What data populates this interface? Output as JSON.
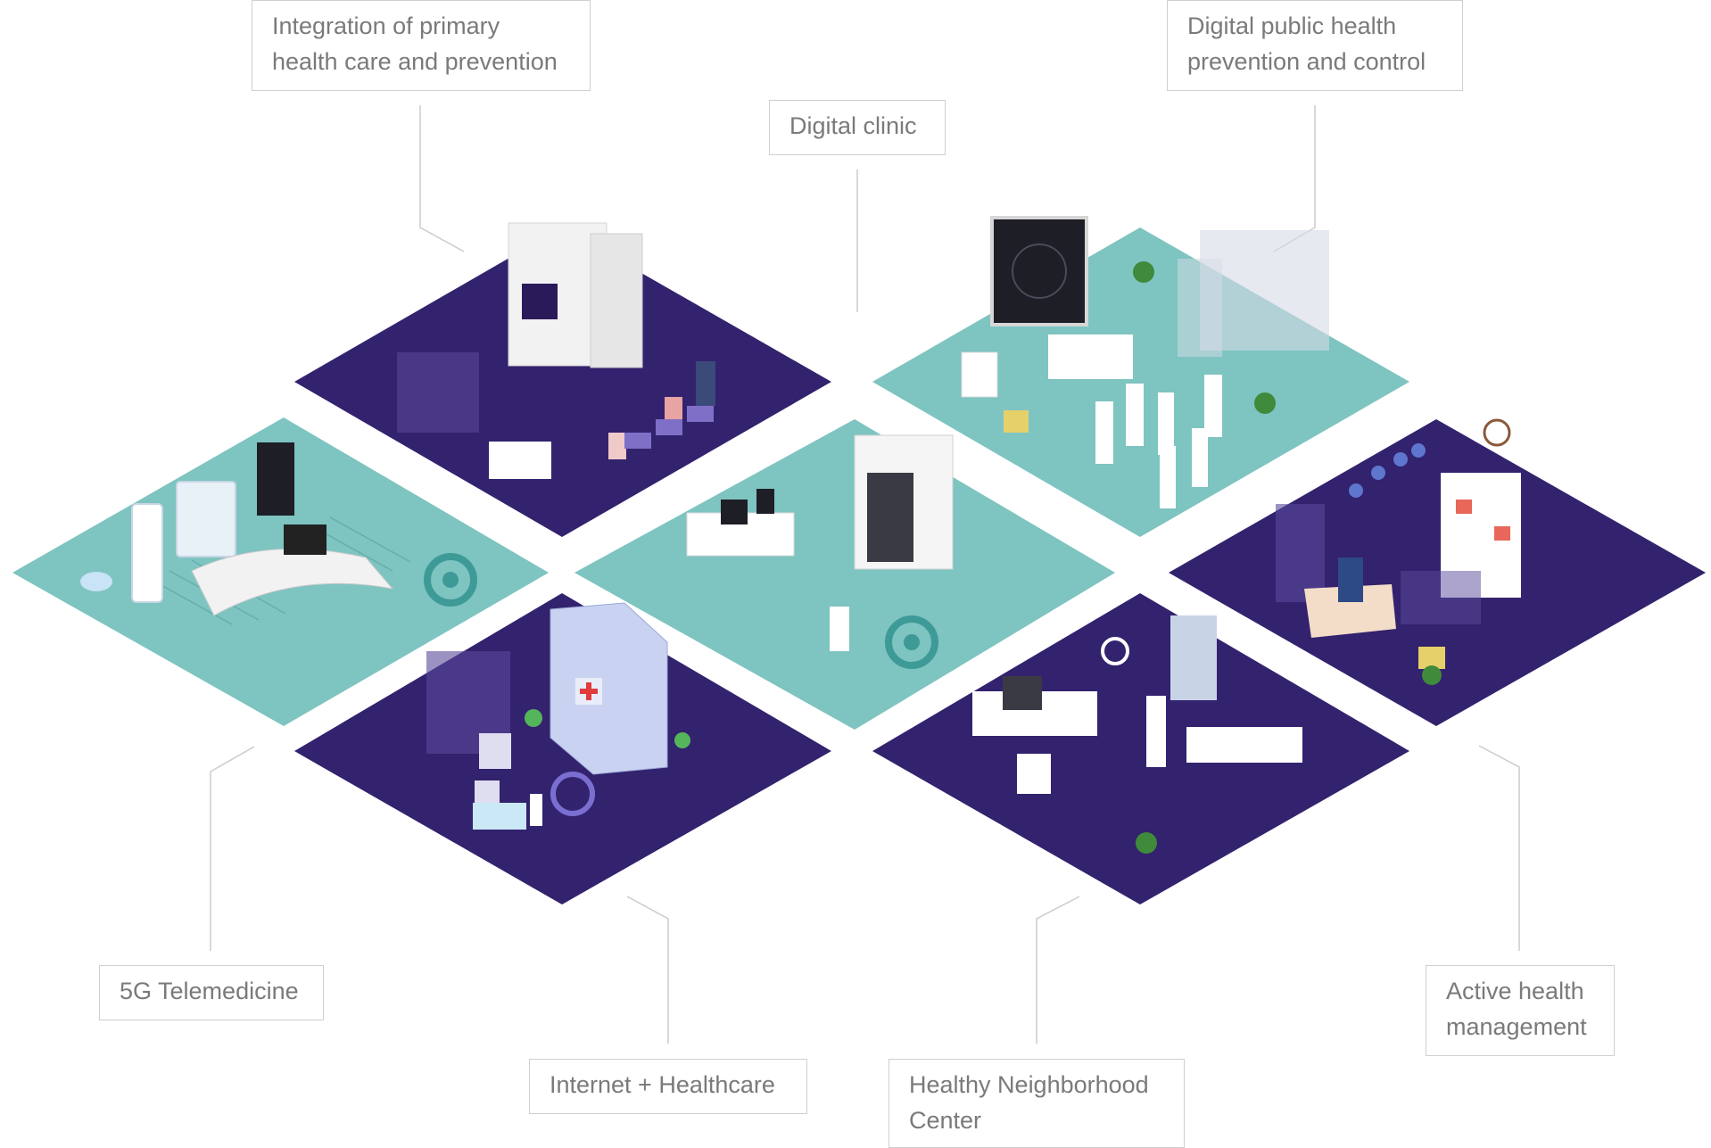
{
  "labels": {
    "integration": "Integration of primary\nhealth care and prevention",
    "public_health": "Digital public health\nprevention and control",
    "clinic": "Digital clinic",
    "telemedicine": "5G Telemedicine",
    "internet": "Internet + Healthcare",
    "neighborhood": "Healthy Neighborhood\nCenter",
    "active": "Active health\nmanagement"
  },
  "colors": {
    "teal_tile": "#7ec4c1",
    "purple_tile": "#33226e",
    "connector_line": "#cccccc",
    "label_text": "#7a7a7a"
  }
}
